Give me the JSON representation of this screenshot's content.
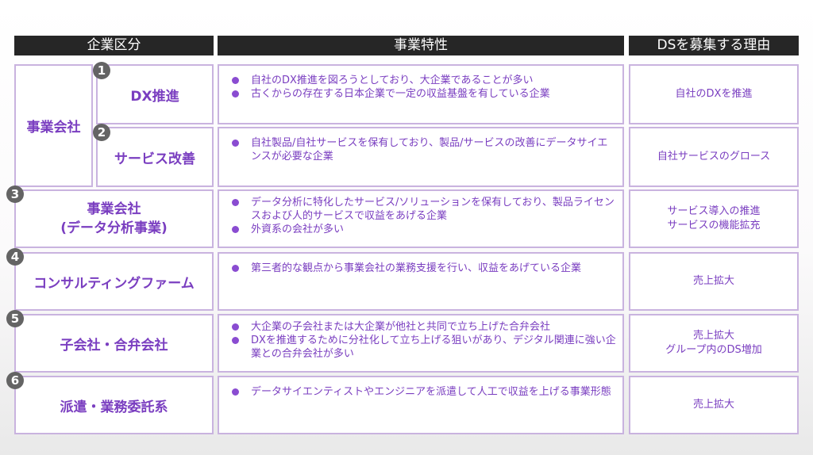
{
  "headers": {
    "category": "企業区分",
    "features": "事業特性",
    "reason": "DSを募集する理由"
  },
  "group_label": "事業会社",
  "rows": [
    {
      "number": "1",
      "category": [
        "DX推進"
      ],
      "features": [
        "自社のDX推進を図ろうとしており、大企業であることが多い",
        "古くからの存在する日本企業で一定の収益基盤を有している企業"
      ],
      "reason": [
        "自社のDXを推進"
      ]
    },
    {
      "number": "2",
      "category": [
        "サービス改善"
      ],
      "features": [
        "自社製品/自社サービスを保有しており、製品/サービスの改善にデータサイエンスが必要な企業"
      ],
      "reason": [
        "自社サービスのグロース"
      ]
    },
    {
      "number": "3",
      "category": [
        "事業会社",
        "(データ分析事業)"
      ],
      "features": [
        "データ分析に特化したサービス/ソリューションを保有しており、製品ライセンスおよび人的サービスで収益をあげる企業",
        "外資系の会社が多い"
      ],
      "reason": [
        "サービス導入の推進",
        "サービスの機能拡充"
      ]
    },
    {
      "number": "4",
      "category": [
        "コンサルティングファーム"
      ],
      "features": [
        "第三者的な観点から事業会社の業務支援を行い、収益をあげている企業"
      ],
      "reason": [
        "売上拡大"
      ]
    },
    {
      "number": "5",
      "category": [
        "子会社・合弁会社"
      ],
      "features": [
        "大企業の子会社または大企業が他社と共同で立ち上げた合弁会社",
        "DXを推進するために分社化して立ち上げる狙いがあり、デジタル関連に強い企業との合弁会社が多い"
      ],
      "reason": [
        "売上拡大",
        "グループ内のDS増加"
      ]
    },
    {
      "number": "6",
      "category": [
        "派遣・業務委託系"
      ],
      "features": [
        "データサイエンティストやエンジニアを派遣して人工で収益を上げる事業形態"
      ],
      "reason": [
        "売上拡大"
      ]
    }
  ]
}
